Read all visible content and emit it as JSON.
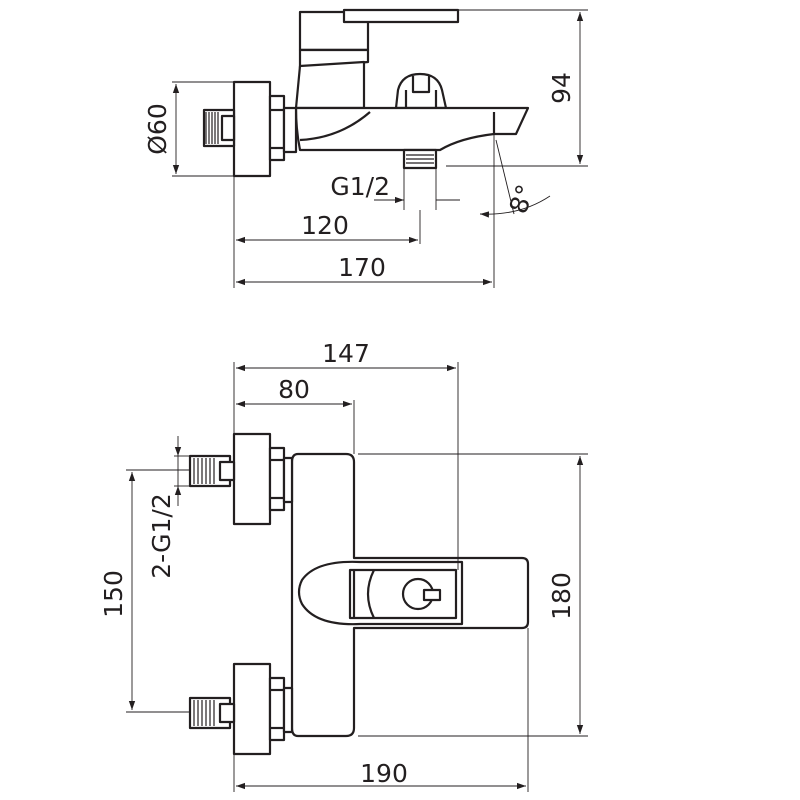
{
  "side_view": {
    "diameter_label": "Ø60",
    "thread_label": "G1/2",
    "dim_120": "120",
    "dim_170": "170",
    "dim_94": "94",
    "angle_label": "8°"
  },
  "top_view": {
    "dim_147": "147",
    "dim_80": "80",
    "dim_150": "150",
    "inlet_label": "2-G1/2",
    "dim_180": "180",
    "dim_190": "190"
  }
}
